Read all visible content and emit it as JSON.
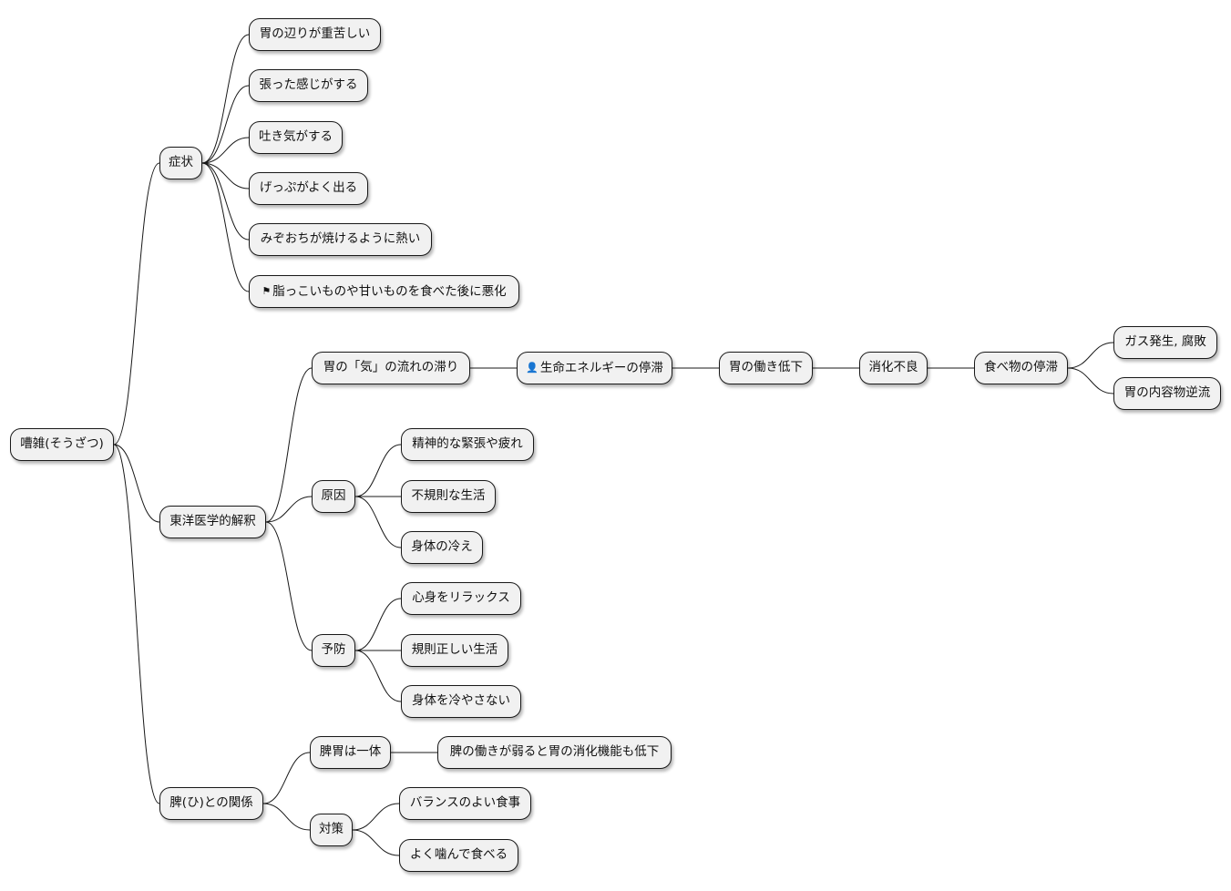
{
  "root": "嘈雑(そうざつ)",
  "symptoms": {
    "label": "症状",
    "items": [
      "胃の辺りが重苦しい",
      "張った感じがする",
      "吐き気がする",
      "げっぷがよく出る",
      "みぞおちが焼けるように熱い",
      "脂っこいものや甘いものを食べた後に悪化"
    ],
    "flag_icon": "flag-icon"
  },
  "eastern": {
    "label": "東洋医学的解釈",
    "qi": {
      "label": "胃の「気」の流れの滞り",
      "chain": [
        "生命エネルギーの停滞",
        "胃の働き低下",
        "消化不良",
        "食べ物の停滞"
      ],
      "person_icon": "person-icon",
      "results": [
        "ガス発生, 腐敗",
        "胃の内容物逆流"
      ]
    },
    "causes": {
      "label": "原因",
      "items": [
        "精神的な緊張や疲れ",
        "不規則な生活",
        "身体の冷え"
      ]
    },
    "prevention": {
      "label": "予防",
      "items": [
        "心身をリラックス",
        "規則正しい生活",
        "身体を冷やさない"
      ]
    }
  },
  "spleen": {
    "label": "脾(ひ)との関係",
    "unity": {
      "label": "脾胃は一体",
      "detail": "脾の働きが弱ると胃の消化機能も低下"
    },
    "measures": {
      "label": "対策",
      "items": [
        "バランスのよい食事",
        "よく噛んで食べる"
      ]
    }
  }
}
